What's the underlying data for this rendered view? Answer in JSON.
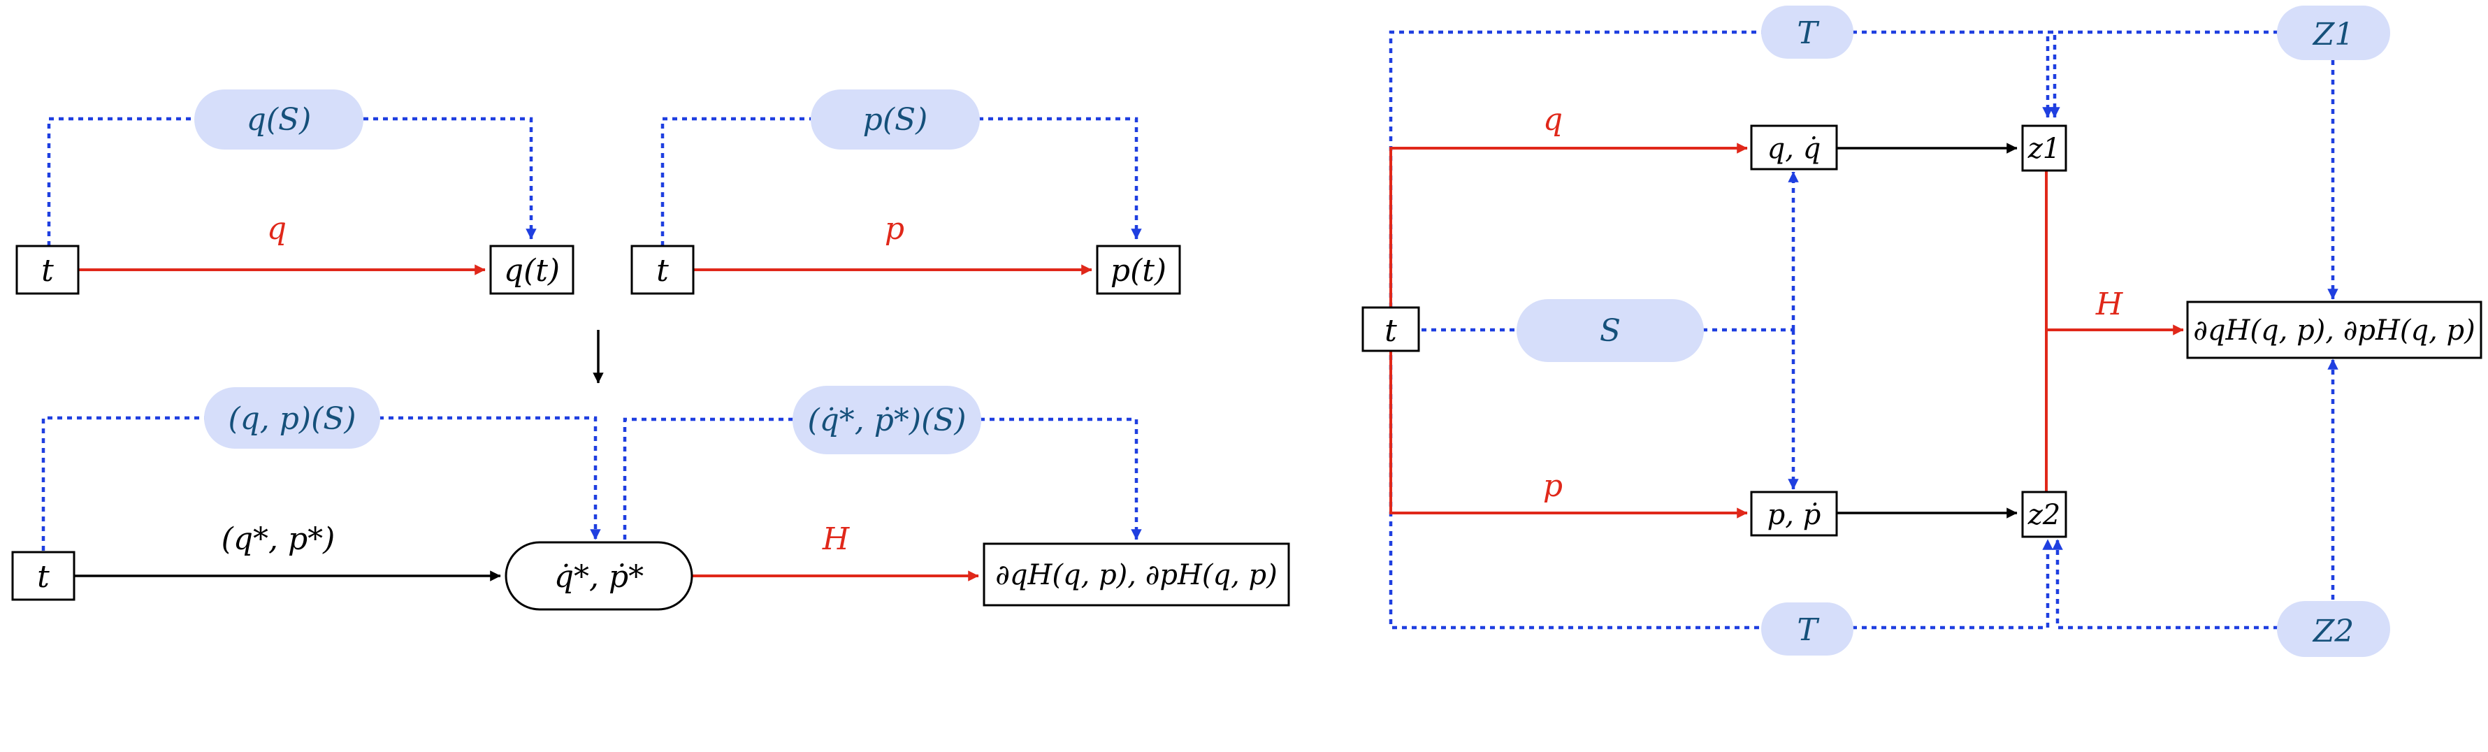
{
  "colors": {
    "red_arrow": "#e0281a",
    "blue_dashed": "#1f3fe0",
    "pill_fill": "#d6defa",
    "pill_text": "#15507a",
    "black": "#000000"
  },
  "left_diagram": {
    "top_left": {
      "input": "t",
      "pill": "q(S)",
      "arrow_label": "q",
      "output": "q(t)"
    },
    "top_right": {
      "input": "t",
      "pill": "p(S)",
      "arrow_label": "p",
      "output": "p(t)"
    },
    "bottom": {
      "input": "t",
      "pill_left": "(q, p)(S)",
      "pill_right": "(q̇*, ṗ*)(S)",
      "arrow_label_left": "(q*, p*)",
      "middle_node": "q̇*, ṗ*",
      "arrow_label_right": "H",
      "output": "∂qH(q, p), ∂pH(q, p)"
    }
  },
  "right_diagram": {
    "input": "t",
    "pill_s": "S",
    "pill_t_top": "T",
    "pill_t_bottom": "T",
    "pill_z1": "Z1",
    "pill_z2": "Z2",
    "label_q": "q",
    "label_p": "p",
    "label_h": "H",
    "node_q": "q, q̇",
    "node_p": "p, ṗ",
    "node_z1": "z1",
    "node_z2": "z2",
    "output": "∂qH(q, p), ∂pH(q, p)"
  }
}
